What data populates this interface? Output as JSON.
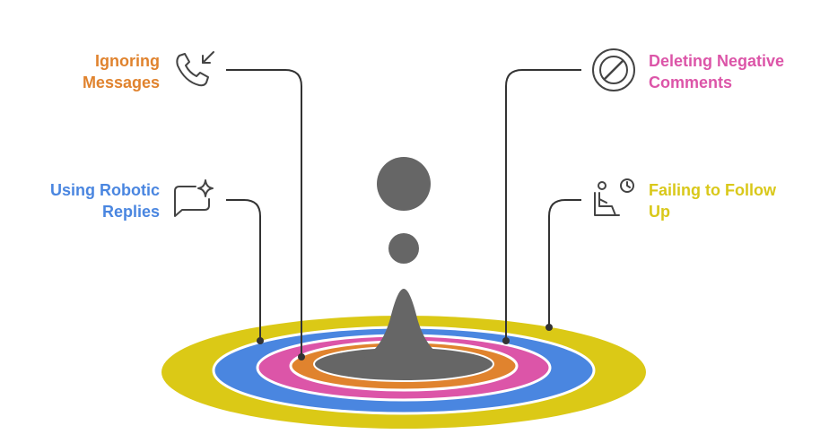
{
  "labels": {
    "ignoring": {
      "line1": "Ignoring",
      "line2": "Messages",
      "icon": "phone-missed-icon",
      "color": "#E0832E"
    },
    "robotic": {
      "line1": "Using Robotic",
      "line2": "Replies",
      "icon": "chat-sparkle-icon",
      "color": "#4A86E0"
    },
    "deleting": {
      "line1": "Deleting Negative",
      "line2": "Comments",
      "icon": "prohibited-icon",
      "color": "#DC55A8"
    },
    "failing": {
      "line1": "Failing to Follow",
      "line2": "Up",
      "icon": "person-waiting-clock-icon",
      "color": "#D9C81A"
    }
  },
  "colors": {
    "ring_yellow": "#DBC916",
    "ring_blue": "#4A86E0",
    "ring_pink": "#DC55A8",
    "ring_orange": "#E0832E",
    "center_gray": "#666666",
    "line": "#333333",
    "icon_stroke": "#444444"
  }
}
